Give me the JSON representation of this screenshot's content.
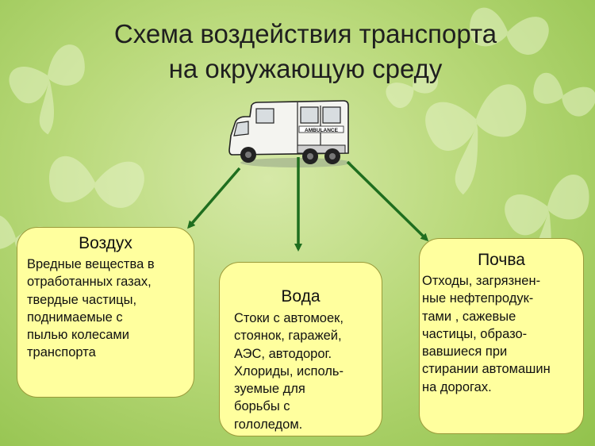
{
  "title_line1": "Схема воздействия транспорта",
  "title_line2": "на окружающую среду",
  "vehicle_label": "AMBULANCE",
  "colors": {
    "arrow": "#1f6e1f",
    "box_fill": "#ffff9e",
    "background": "#b9d97a"
  },
  "nodes": [
    {
      "title": "Воздух",
      "text": "Вредные вещества в\nотработанных газах,\nтвердые частицы,\nподнимаемые с\nпылью колесами\nтранспорта"
    },
    {
      "title": "Вода",
      "text": "Стоки с автомоек,\nстоянок, гаражей,\nАЭС, автодорог.\nХлориды, исполь-\nзуемые для\nборьбы с\nгололедом."
    },
    {
      "title": "Почва",
      "text": "Отходы, загрязнен-\nные нефтепродук-\nтами , сажевые\nчастицы, образо-\nвавшиеся при\nстирании автомашин\nна дорогах."
    }
  ]
}
